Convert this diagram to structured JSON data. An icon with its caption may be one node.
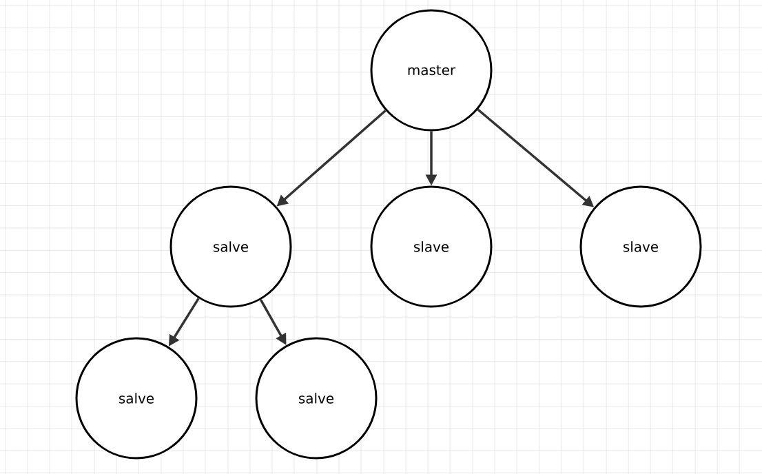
{
  "diagram": {
    "nodes": [
      {
        "text": [
          "master"
        ]
      },
      {
        "text": [
          "salve"
        ]
      },
      {
        "text": [
          "slave"
        ]
      },
      {
        "text": [
          "slave"
        ]
      },
      {
        "text": [
          "salve"
        ]
      },
      {
        "text": [
          "salve"
        ]
      }
    ],
    "edges": [
      {
        "from": 0,
        "to": 1,
        "arrow": "to"
      },
      {
        "from": 0,
        "to": 2,
        "arrow": "to"
      },
      {
        "from": 0,
        "to": 3,
        "arrow": "to"
      },
      {
        "from": 1,
        "to": 4,
        "arrow": "to"
      },
      {
        "from": 1,
        "to": 5,
        "arrow": "to"
      }
    ]
  }
}
